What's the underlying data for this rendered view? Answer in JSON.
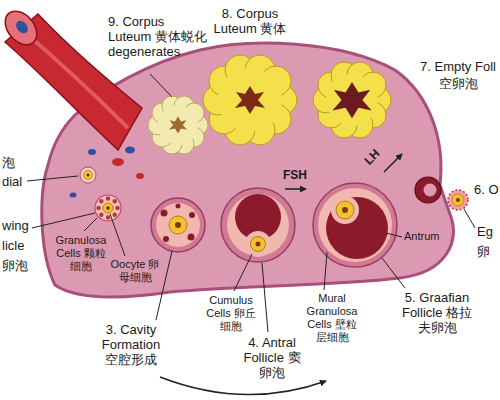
{
  "diagram": {
    "labels": [
      "9. Corpus Luteum 黄体蜕化 degenerates",
      "8. Corpus Luteum 黄体",
      "7. Empty Foll 空卵泡",
      "泡",
      "dial",
      "LH",
      "FSH",
      "6. O",
      "wing licle 卵泡",
      "Eg 卵",
      "Antrum",
      "Granulosa Cells 颗粒细胞",
      "Oocyte 卵母细胞",
      "5. Graafian Follicle 格拉夫卵泡",
      "Mural Granulosa Cells 壁粒层细胞",
      "Cumulus Cells 卵丘细胞",
      "3. Cavity Formation 空腔形成",
      "4. Antral Follicle 窦卵泡"
    ]
  }
}
